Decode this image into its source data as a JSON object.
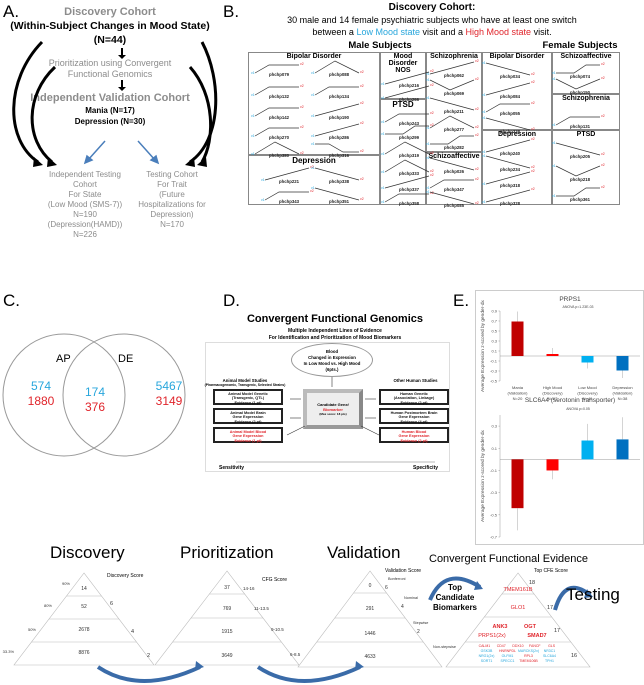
{
  "panelA": {
    "label": "A.",
    "discovery_title": "Discovery Cohort",
    "discovery_sub": "(Within-Subject Changes in Mood State)",
    "discovery_n": "(N=44)",
    "prioritization_line1": "Prioritization using Convergent",
    "prioritization_line2": "Functional Genomics",
    "validation_title": "Independent Validation Cohort",
    "validation_mania": "Mania (N=17)",
    "validation_depression": "Depression (N=30)",
    "testing_state": [
      "Independent  Testing",
      "Cohort",
      "For State",
      "(Low Mood (SMS-7))",
      "N=190",
      "(Depression(HAMD))",
      "N=226"
    ],
    "testing_trait": [
      "Testing Cohort",
      "For Trait",
      "(Future",
      "Hospitalizations for",
      "Depression)",
      "N=170"
    ]
  },
  "panelB": {
    "label": "B.",
    "title": "Discovery Cohort:",
    "subtitle_line1": "30 male and 14 female psychiatric subjects who have at least one switch",
    "subtitle_pre": "between a ",
    "low_mood": "Low Mood state",
    "subtitle_mid": " visit  and a ",
    "high_mood": "High Mood state",
    "subtitle_post": " visit.",
    "male_header": "Male Subjects",
    "female_header": "Female Subjects",
    "male_groups": [
      {
        "name": "Bipolar Disorder",
        "subjects": [
          "phchp079",
          "phchp088",
          "phchp132",
          "phchp134",
          "phchp142",
          "phchp190",
          "phchp270",
          "phchp286",
          "phchp380",
          "phchp316"
        ]
      },
      {
        "name": "Depression",
        "subjects": [
          "phchp221",
          "phchp338",
          "phchp343",
          "phchp351"
        ]
      },
      {
        "name": "Mood Disorder NOS",
        "subjects": [
          "phchp216",
          "phchp266"
        ]
      },
      {
        "name": "PTSD",
        "subjects": [
          "phchp243",
          "phchp299",
          "phchp319",
          "phchp333",
          "phchp337",
          "phchp358"
        ]
      },
      {
        "name": "Schizophrenia",
        "subjects": [
          "phchp062",
          "phchp069",
          "phchp211",
          "phchp277",
          "phchp282"
        ]
      },
      {
        "name": "Schizoaffective",
        "subjects": [
          "phchp026",
          "phchp347",
          "phchp085"
        ]
      }
    ],
    "female_groups": [
      {
        "name": "Bipolar Disorder",
        "subjects": [
          "phchp034",
          "phchp084",
          "phchp055",
          "phchp338"
        ]
      },
      {
        "name": "Schizoaffective",
        "subjects": [
          "phchp074",
          "phchp150"
        ]
      },
      {
        "name": "Schizophrenia",
        "subjects": [
          "phchp131"
        ]
      },
      {
        "name": "Depression",
        "subjects": [
          "phchp240",
          "phchp234",
          "phchp318",
          "phchp328"
        ]
      },
      {
        "name": "PTSD",
        "subjects": [
          "phchp205",
          "phchp218",
          "phchp361"
        ]
      }
    ]
  },
  "panelC": {
    "label": "C.",
    "left_set": "AP",
    "right_set": "DE",
    "left_only": {
      "blue": "574",
      "red": "1880"
    },
    "overlap": {
      "blue": "174",
      "red": "376"
    },
    "right_only": {
      "blue": "5467",
      "red": "3149"
    }
  },
  "panelD": {
    "label": "D.",
    "title": "Convergent Functional Genomics",
    "subtitle1": "Multiple Independent Lines of Evidence",
    "subtitle2": "For  Identification and Prioritization of Mood Biomarkers",
    "blood_lines": [
      "Blood",
      "Changed  in Expression",
      "In Low Mood vs. High Mood",
      "(6pts.)"
    ],
    "animal_header": "Animal Model Studies",
    "animal_sub": "(Pharmacogenomic, Transgenic, Selected Strains)",
    "human_header": "Other Human Studies",
    "center_lines": [
      "Candidate Gene/",
      "Biomarker",
      "(Max score: 18 pts)"
    ],
    "left_boxes": [
      {
        "lines": [
          "Animal Model Genetic",
          "(Transgenic, QTL)",
          "Evidence (1 pt)"
        ],
        "red": false
      },
      {
        "lines": [
          "Animal Model Brain",
          "Gene Expression",
          "Evidence (2 pt)"
        ],
        "red": false
      },
      {
        "lines": [
          "Animal Model  Blood",
          "Gene Expression",
          "Evidence (1 pt)"
        ],
        "red": true
      }
    ],
    "right_boxes": [
      {
        "lines": [
          "Human Genetic",
          "(Association, Linkage)",
          "Evidence (2 pt)"
        ],
        "red": false
      },
      {
        "lines": [
          "Human Postmortem Brain",
          "Gene Expression",
          "Evidence (4 pt)"
        ],
        "red": false
      },
      {
        "lines": [
          "Human Blood",
          "Gene Expression",
          "Evidence (2 pt)"
        ],
        "red": true
      }
    ],
    "sensitivity": "Sensitivity",
    "specificity": "Specificity"
  },
  "panelE": {
    "label": "E.",
    "chart_data": [
      {
        "type": "bar",
        "title": "PRPS1",
        "annotation": "ANOVA  p=1.23E-03",
        "ylabel": "Average Expression  z-scored by gender-dx",
        "ylim": [
          -0.5,
          0.9
        ],
        "yticks": [
          "0.9",
          "0.7",
          "0.5",
          "0.3",
          "0.1",
          "-0.1",
          "-0.3",
          "-0.5"
        ],
        "categories": [
          "Mania (Validation) N=20",
          "High Mood (Discovery) N=67",
          "Low Mood (Discovery) N=49",
          "Depression (Validation) N=38"
        ],
        "values": [
          0.69,
          0.04,
          -0.13,
          -0.29
        ],
        "errors": [
          0.2,
          0.12,
          0.12,
          0.15
        ],
        "colors": [
          "#c00000",
          "#ff0000",
          "#00b0f0",
          "#0070c0"
        ]
      },
      {
        "type": "bar",
        "title": "SLC6A4 (serotonin transporter)",
        "annotation": "ANOVA  p=0.05",
        "ylabel": "Average Expression  z-scored by gender-dx",
        "ylim": [
          -0.7,
          0.4
        ],
        "yticks": [
          "0.3",
          "0.1",
          "-0.1",
          "-0.3",
          "-0.5",
          "-0.7"
        ],
        "categories": [
          "Mania (Validation) N=20",
          "High Mood (Discovery) N=67",
          "Low Mood (Discovery) N=49",
          "Depression (Validation) N=38"
        ],
        "values": [
          -0.44,
          -0.1,
          0.17,
          0.18
        ],
        "errors": [
          0.2,
          0.08,
          0.15,
          0.2
        ],
        "colors": [
          "#c00000",
          "#ff0000",
          "#00b0f0",
          "#0070c0"
        ]
      }
    ],
    "cat_lines": [
      [
        "Mania",
        "(Validation)",
        "N=20"
      ],
      [
        "High Mood",
        "(Discovery)",
        "N=67"
      ],
      [
        "Low Mood",
        "(Discovery)",
        "N=49"
      ],
      [
        "Depression",
        "(Validation)",
        "N=38"
      ]
    ]
  },
  "bottom": {
    "discovery": {
      "title": "Discovery",
      "score_label": "Discovery Score",
      "tiers": [
        "14",
        "52",
        "2678",
        "8876"
      ],
      "percents": [
        "90%",
        "80%",
        "50%",
        "33.3%"
      ],
      "scores": [
        "6",
        "4",
        "2"
      ]
    },
    "prioritization": {
      "title": "Prioritization",
      "score_label": "CFG Score",
      "tiers": [
        "37",
        "769",
        "1915",
        "3649"
      ],
      "scores": [
        "14-16",
        "11-13.5",
        "9-10.5",
        "6-8.5"
      ]
    },
    "validation": {
      "title": "Validation",
      "score_label": "Validation Score",
      "tiers": [
        "0",
        "291",
        "1446",
        "4633"
      ],
      "steps": [
        {
          "name": "Bonferroni",
          "score": "6"
        },
        {
          "name": "Nominal",
          "score": "4"
        },
        {
          "name": "Stepwise",
          "score": "2"
        },
        {
          "name": "Non-stepwise",
          "score": ""
        }
      ]
    },
    "cfe": {
      "title": "Convergent Functional Evidence",
      "score_label": "Top CFE Score",
      "top_candidates": [
        "Top",
        "Candidate",
        "Biomarkers"
      ],
      "tier1": "TMEM161B",
      "tier2": "GLO1",
      "tier3a": [
        "ANK3",
        "OGT"
      ],
      "tier3b": [
        "PRPS1(2x)",
        "SMAD7"
      ],
      "tier4": [
        [
          {
            "t": "CALM1",
            "c": "red"
          },
          {
            "t": "CD47",
            "c": "red"
          },
          {
            "t": "DDX10",
            "c": "red"
          },
          {
            "t": "FANCF",
            "c": "red"
          },
          {
            "t": "GLS",
            "c": "red"
          }
        ],
        [
          {
            "t": "GSK3B",
            "c": "blue"
          },
          {
            "t": "HNRNPDL",
            "c": "red"
          },
          {
            "t": "MARCKS(2x)",
            "c": "blue"
          },
          {
            "t": "NR3C1",
            "c": "blue"
          }
        ],
        [
          {
            "t": "NRG1(2x)",
            "c": "blue"
          },
          {
            "t": "OLFM1",
            "c": "blue"
          },
          {
            "t": "RPL3",
            "c": "red"
          },
          {
            "t": "SLC6A4",
            "c": "blue"
          }
        ],
        [
          {
            "t": "SORT1",
            "c": "blue"
          },
          {
            "t": "SPECC1",
            "c": "blue"
          },
          {
            "t": "TMEM106B",
            "c": "red"
          },
          {
            "t": "TPH1",
            "c": "blue"
          }
        ]
      ],
      "scores": [
        "18",
        "17.5",
        "17",
        "16"
      ],
      "testing": "Testing"
    }
  }
}
